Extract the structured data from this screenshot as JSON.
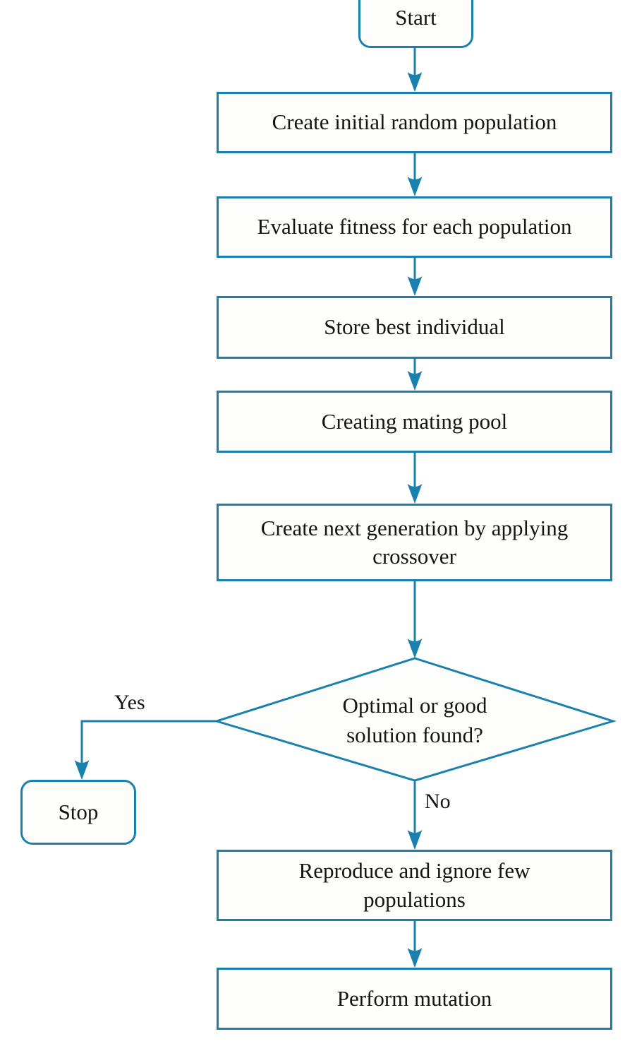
{
  "flowchart": {
    "nodes": {
      "start": {
        "label": "Start",
        "shape": "rounded-terminal"
      },
      "create_population": {
        "label": "Create initial random population",
        "shape": "process"
      },
      "evaluate_fitness": {
        "label": "Evaluate fitness for each population",
        "shape": "process"
      },
      "store_best": {
        "label": "Store best individual",
        "shape": "process"
      },
      "mating_pool": {
        "label": "Creating mating pool",
        "shape": "process"
      },
      "crossover": {
        "label": "Create next generation by applying\ncrossover",
        "shape": "process"
      },
      "decision": {
        "label": "Optimal or good\nsolution found?",
        "shape": "diamond"
      },
      "stop": {
        "label": "Stop",
        "shape": "rounded-terminal"
      },
      "reproduce": {
        "label": "Reproduce and ignore few\npopulations",
        "shape": "process"
      },
      "mutation": {
        "label": "Perform mutation",
        "shape": "process"
      }
    },
    "edge_labels": {
      "yes": "Yes",
      "no": "No"
    },
    "colors": {
      "line": "#1a80ad",
      "text": "#141414",
      "node_fill": "#fdfdfc",
      "background": "#ffffff"
    }
  }
}
